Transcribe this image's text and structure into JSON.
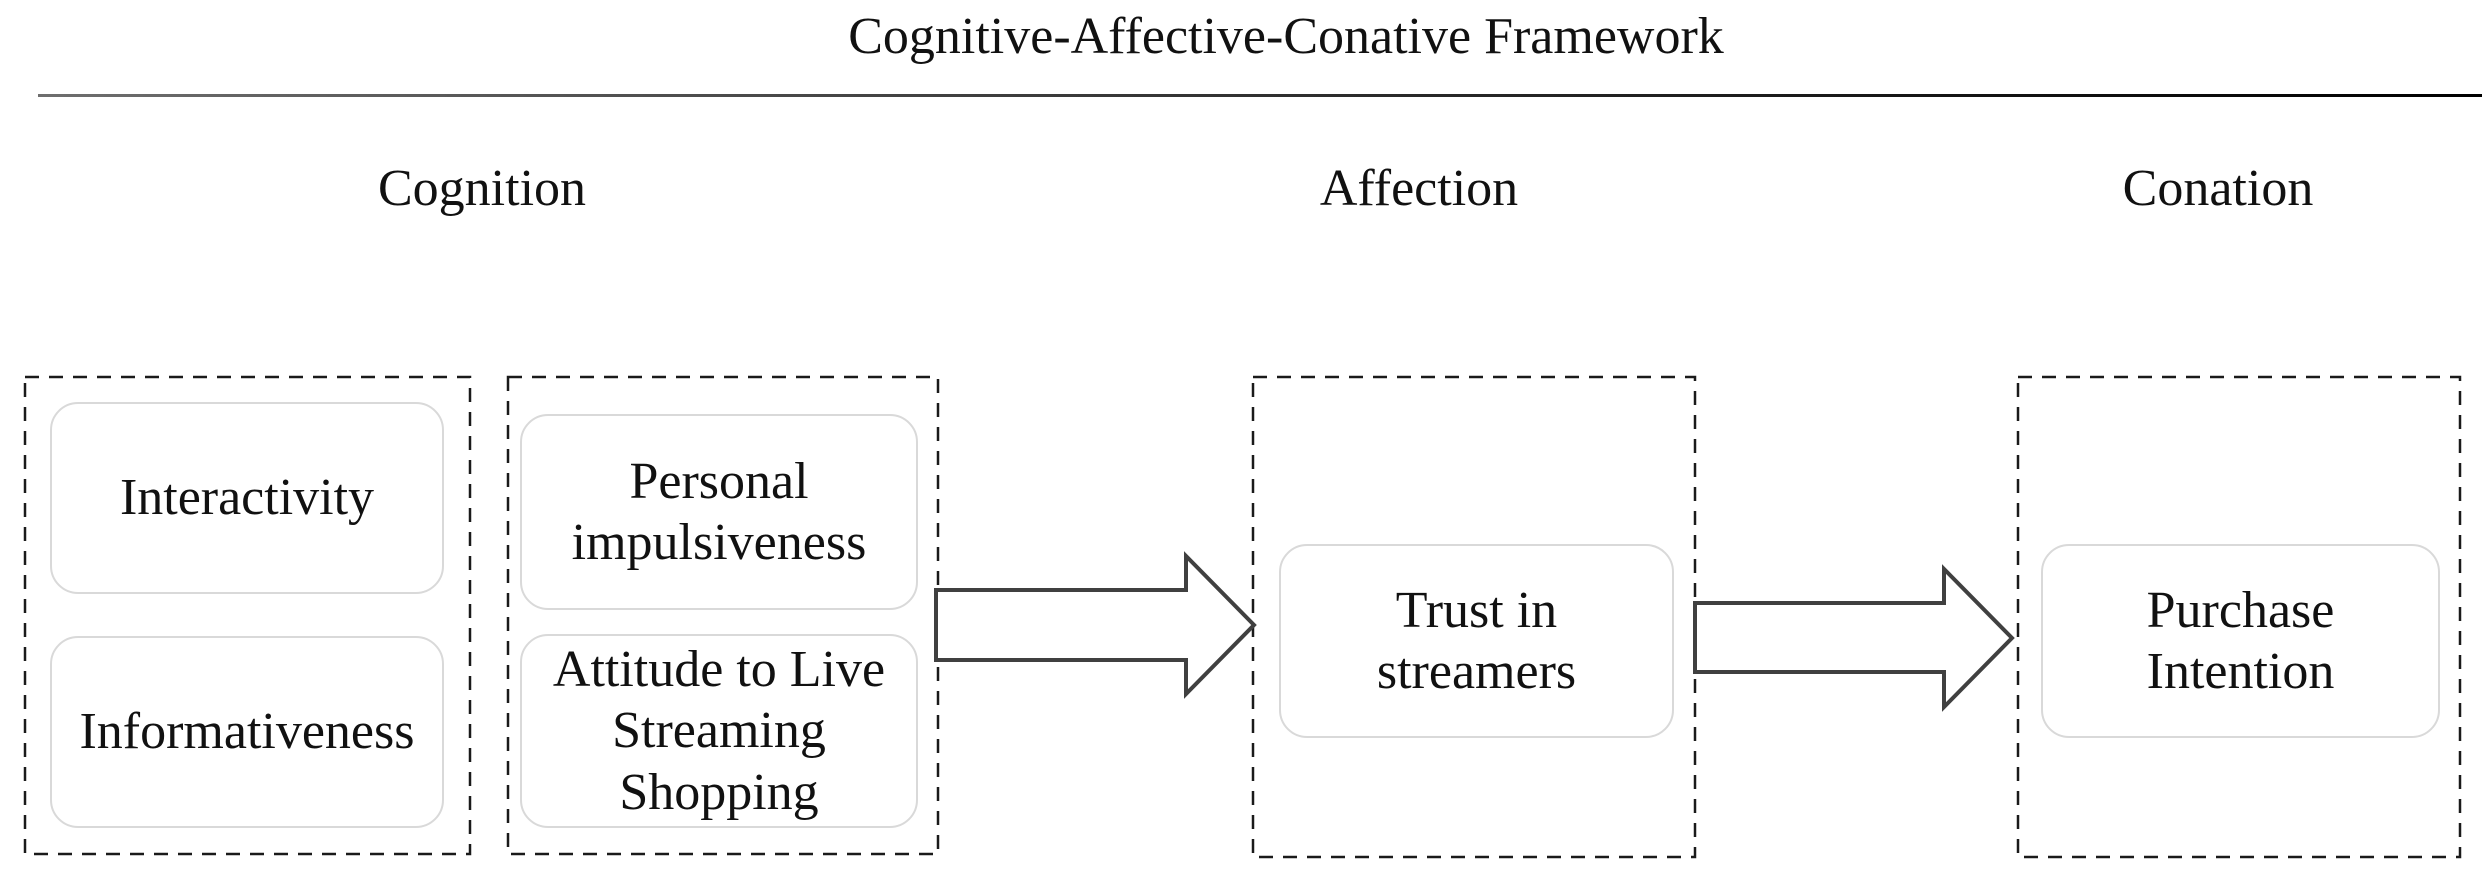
{
  "framework": {
    "title": "Cognitive-Affective-Conative Framework",
    "stages": [
      {
        "id": "cognition",
        "label": "Cognition"
      },
      {
        "id": "affection",
        "label": "Affection"
      },
      {
        "id": "conation",
        "label": "Conation"
      }
    ],
    "constructs": {
      "interactivity": "Interactivity",
      "informativeness": "Informativeness",
      "personal_impulsiveness": "Personal impulsiveness",
      "attitude_to_live_streaming_shopping": "Attitude to Live Streaming Shopping",
      "trust_in_streamers": "Trust in streamers",
      "purchase_intention": "Purchase Intention"
    },
    "arrows": [
      {
        "from": "cognition",
        "to": "affection"
      },
      {
        "from": "affection",
        "to": "conation"
      }
    ],
    "colors": {
      "background": "#ffffff",
      "text": "#111111",
      "dashed_border": "#1a1a1a",
      "construct_border": "#d9d9d9",
      "arrow_stroke": "#404040",
      "divider": "#333333"
    }
  }
}
